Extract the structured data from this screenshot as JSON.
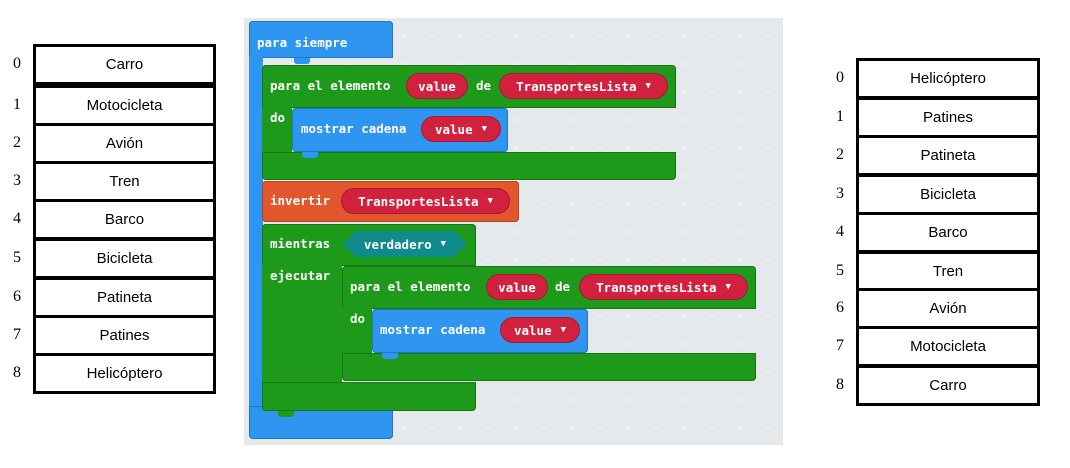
{
  "left_list": {
    "indices": [
      "0",
      "1",
      "2",
      "3",
      "4",
      "5",
      "6",
      "7",
      "8"
    ],
    "items": [
      "Carro",
      "Motocicleta",
      "Avión",
      "Tren",
      "Barco",
      "Bicicleta",
      "Patineta",
      "Patines",
      "Helicóptero"
    ]
  },
  "right_list": {
    "indices": [
      "0",
      "1",
      "2",
      "3",
      "4",
      "5",
      "6",
      "7",
      "8"
    ],
    "items": [
      "Helicóptero",
      "Patines",
      "Patineta",
      "Bicicleta",
      "Barco",
      "Tren",
      "Avión",
      "Motocicleta",
      "Carro"
    ]
  },
  "blocks": {
    "forever_label": "para siempre",
    "for_each_1": {
      "label": "para el elemento",
      "var": "value",
      "of_label": "de",
      "list": "TransportesLista",
      "do_label": "do",
      "show_label": "mostrar cadena",
      "show_var": "value"
    },
    "reverse": {
      "label": "invertir",
      "list": "TransportesLista"
    },
    "while": {
      "label": "mientras",
      "condition": "verdadero",
      "execute_label": "ejecutar"
    },
    "for_each_2": {
      "label": "para el elemento",
      "var": "value",
      "of_label": "de",
      "list": "TransportesLista",
      "do_label": "do",
      "show_label": "mostrar cadena",
      "show_var": "value"
    }
  },
  "colors": {
    "loops_green": "#1e9a1a",
    "basic_blue": "#2e96f0",
    "arrays_orange": "#e1562a",
    "variable_red": "#d1213e",
    "logic_teal": "#0f8b8b",
    "workspace_bg": "#e6e9ec"
  },
  "icons": {
    "dropdown": "caret-down-icon"
  }
}
